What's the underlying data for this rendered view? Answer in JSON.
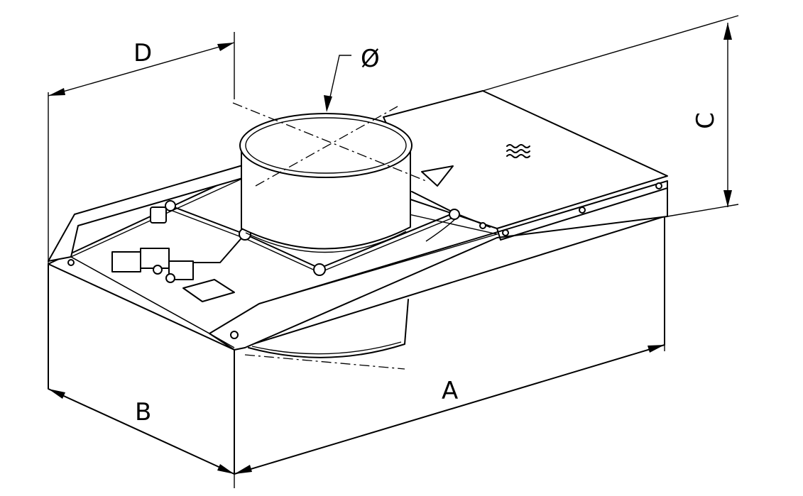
{
  "dimensions": {
    "A": "A",
    "B": "B",
    "C": "C",
    "D": "D",
    "diameter": "Ø"
  },
  "colors": {
    "line": "#000000",
    "background": "#ffffff"
  }
}
